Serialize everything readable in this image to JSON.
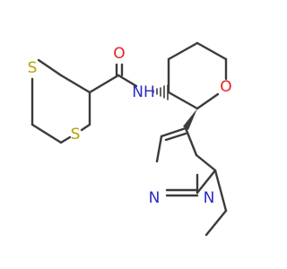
{
  "molecule": {
    "atoms": {
      "o_carbonyl": {
        "label": "O",
        "color": "#e3231f"
      },
      "nh_amide": {
        "label": "NH",
        "color": "#2a2acb"
      },
      "s_top": {
        "label": "S",
        "color": "#b8a400"
      },
      "s_bottom": {
        "label": "S",
        "color": "#b8a400"
      },
      "o_ring": {
        "label": "O",
        "color": "#e3231f"
      },
      "n_pyrazole_2": {
        "label": "N",
        "color": "#2a2acb"
      },
      "n_pyrazole_1": {
        "label": "N",
        "color": "#2a2acb"
      }
    },
    "bond_color": "#3b3b3b"
  }
}
